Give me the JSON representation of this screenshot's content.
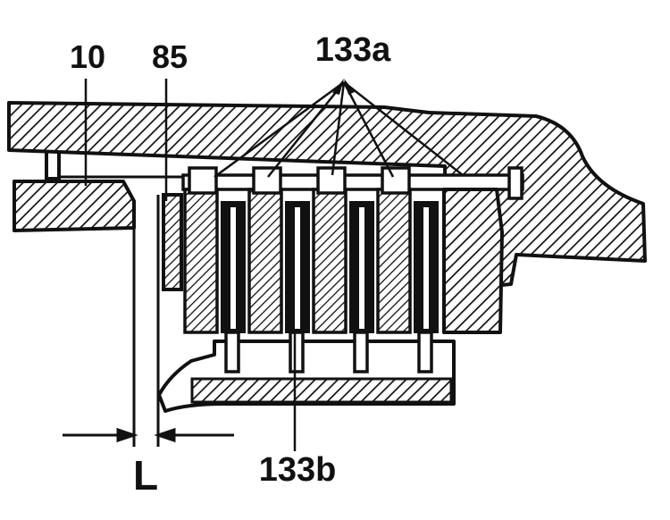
{
  "labels": {
    "part_10": "10",
    "part_85": "85",
    "part_133a": "133a",
    "part_133b": "133b",
    "dimension_L": "L"
  }
}
